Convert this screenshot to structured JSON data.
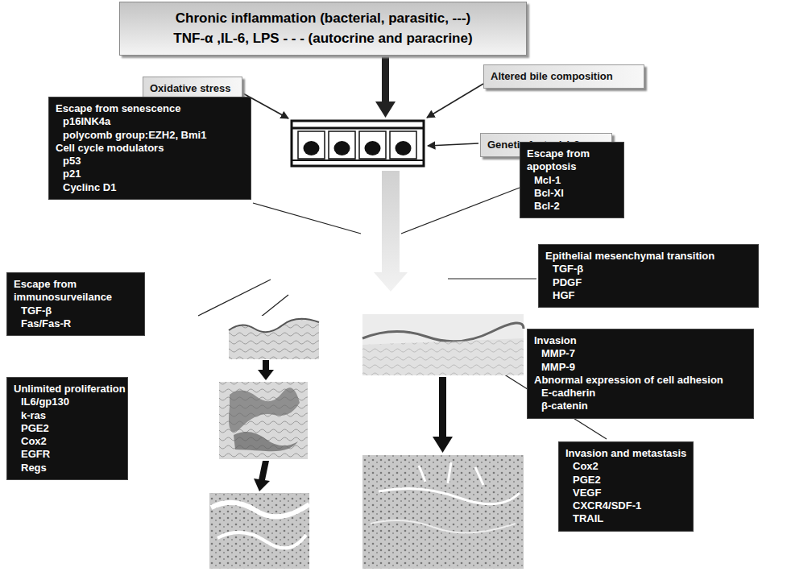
{
  "diagram": {
    "nodes": [
      {
        "text": [
          "Chronic inflammation (bacterial, parasitic, ---)",
          "TNF-α ,IL-6, LPS - - - (autocrine and paracrine)"
        ]
      },
      {
        "text": [
          "Oxidative stress"
        ]
      },
      {
        "text": [
          "Altered bile composition"
        ]
      },
      {
        "text": [
          "Genetic factor(s) ?"
        ]
      },
      {
        "text": [
          "Escape from senescence",
          "p16INK4a",
          "polycomb group:EZH2, Bmi1",
          "Cell cycle modulators",
          "p53",
          "p21",
          "Cyclinc D1"
        ]
      },
      {
        "text": [
          "Escape from apoptosis",
          "Mcl-1",
          "Bcl-Xl",
          "Bcl-2"
        ]
      },
      {
        "text": [
          "Epithelial mesenchymal transition",
          "TGF-β",
          "PDGF",
          "HGF"
        ]
      },
      {
        "text": [
          "Escape from immunosurveilance",
          "TGF-β",
          "Fas/Fas-R"
        ]
      },
      {
        "text": [
          "Unlimited proliferation",
          "IL6/gp130",
          "k-ras",
          "PGE2",
          "Cox2",
          "EGFR",
          "Regs"
        ]
      },
      {
        "text": [
          "Invasion",
          "MMP-7",
          "MMP-9",
          "Abnormal expression of cell adhesion",
          "E-cadherin",
          "β-catenin"
        ]
      },
      {
        "text": [
          "Invasion and metastasis",
          "Cox2",
          "PGE2",
          "VEGF",
          "CXCR4/SDF-1",
          "TRAIL"
        ]
      }
    ]
  }
}
